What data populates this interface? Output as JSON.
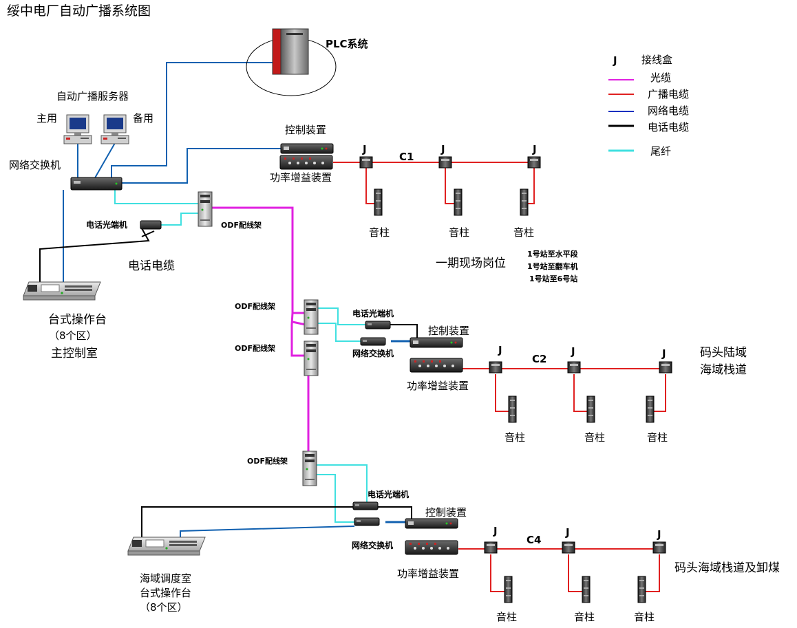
{
  "title": "绥中电厂自动广播系统图",
  "colors": {
    "fiber": "#e020e0",
    "broadcast_cable": "#e02020",
    "network_cable": "#1060b0",
    "phone_cable": "#000000",
    "pigtail": "#40e0e0"
  },
  "legend": {
    "junction_symbol": "J",
    "junction_label": "接线盒",
    "items": [
      {
        "label": "光缆",
        "color_key": "fiber"
      },
      {
        "label": "广播电缆",
        "color_key": "broadcast_cable"
      },
      {
        "label": "网络电缆",
        "color_key": "network_cable"
      },
      {
        "label": "电话电缆",
        "color_key": "phone_cable"
      },
      {
        "label": "尾纤",
        "color_key": "pigtail"
      }
    ]
  },
  "plc": {
    "label": "PLC系统"
  },
  "main_room": {
    "server_title": "自动广播服务器",
    "primary": "主用",
    "backup": "备用",
    "switch": "网络交换机",
    "phone_optical": "电话光端机",
    "phone_cable": "电话电缆",
    "odf": "ODF配线架",
    "console": "台式操作台",
    "console_zones": "（8个区）",
    "room": "主控制室"
  },
  "section1": {
    "controller": "控制装置",
    "amplifier": "功率增益装置",
    "cable_label": "C1",
    "junctions": [
      "J",
      "J",
      "J"
    ],
    "speakers": [
      "音柱",
      "音柱",
      "音柱"
    ],
    "area": "一期现场岗位",
    "notes": [
      "1号站至水平段",
      "1号站至翻车机",
      "1号站至6号站"
    ]
  },
  "section2": {
    "odf_a": "ODF配线架",
    "odf_b": "ODF配线架",
    "phone_optical": "电话光端机",
    "switch": "网络交换机",
    "controller": "控制装置",
    "amplifier": "功率增益装置",
    "cable_label": "C2",
    "junctions": [
      "J",
      "J",
      "J"
    ],
    "speakers": [
      "音柱",
      "音柱",
      "音柱"
    ],
    "area_line1": "码头陆域",
    "area_line2": "海域栈道"
  },
  "section3": {
    "odf": "ODF配线架",
    "phone_optical": "电话光端机",
    "switch": "网络交换机",
    "controller": "控制装置",
    "amplifier": "功率增益装置",
    "cable_label": "C4",
    "junctions": [
      "J",
      "J",
      "J"
    ],
    "speakers": [
      "音柱",
      "音柱",
      "音柱"
    ],
    "area": "码头海域栈道及卸煤",
    "console_room": "海域调度室",
    "console": "台式操作台",
    "console_zones": "（8个区）"
  }
}
